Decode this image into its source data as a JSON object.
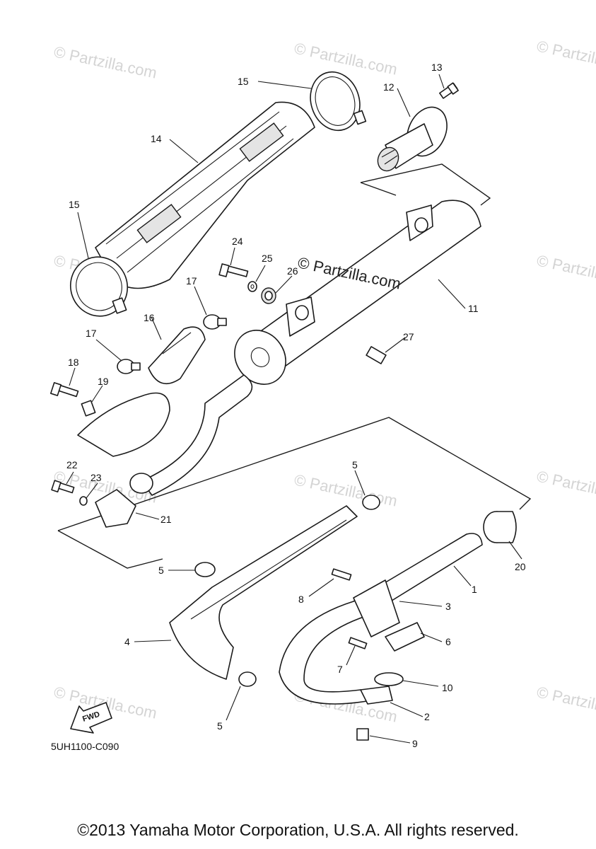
{
  "diagram": {
    "callouts": [
      "1",
      "2",
      "3",
      "4",
      "5",
      "6",
      "7",
      "8",
      "9",
      "10",
      "11",
      "12",
      "13",
      "14",
      "15",
      "17",
      "16",
      "18",
      "19",
      "20",
      "21",
      "22",
      "23",
      "24",
      "25",
      "26",
      "27"
    ],
    "watermark": "© Partzilla.com",
    "center_watermark": "© Partzilla.com",
    "fwd_label": "FWD",
    "diagram_code": "5UH1100-C090"
  },
  "footer": {
    "copyright": "©2013 Yamaha Motor Corporation, U.S.A. All rights reserved."
  }
}
